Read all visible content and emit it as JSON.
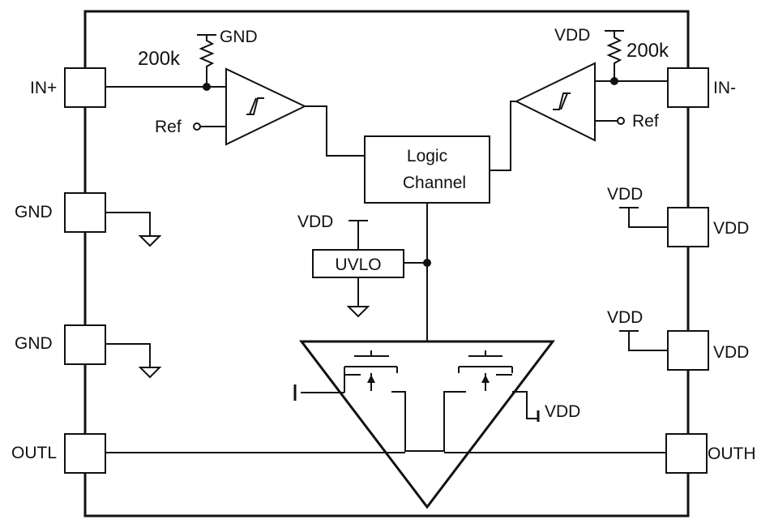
{
  "pins": {
    "in_plus": "IN+",
    "gnd_top": "GND",
    "gnd_bottom": "GND",
    "outl": "OUTL",
    "in_minus": "IN-",
    "vdd_top": "VDD",
    "vdd_bottom": "VDD",
    "outh": "OUTH"
  },
  "labels": {
    "gnd_rail": "GND",
    "res_left": "200k",
    "ref_left": "Ref",
    "vdd_rail_right": "VDD",
    "res_right": "200k",
    "ref_right": "Ref",
    "logic_line1": "Logic",
    "logic_line2": "Channel",
    "uvlo_vdd": "VDD",
    "uvlo": "UVLO",
    "vdd_pin_top_supply": "VDD",
    "vdd_pin_bottom_supply": "VDD",
    "driver_vdd": "VDD"
  }
}
